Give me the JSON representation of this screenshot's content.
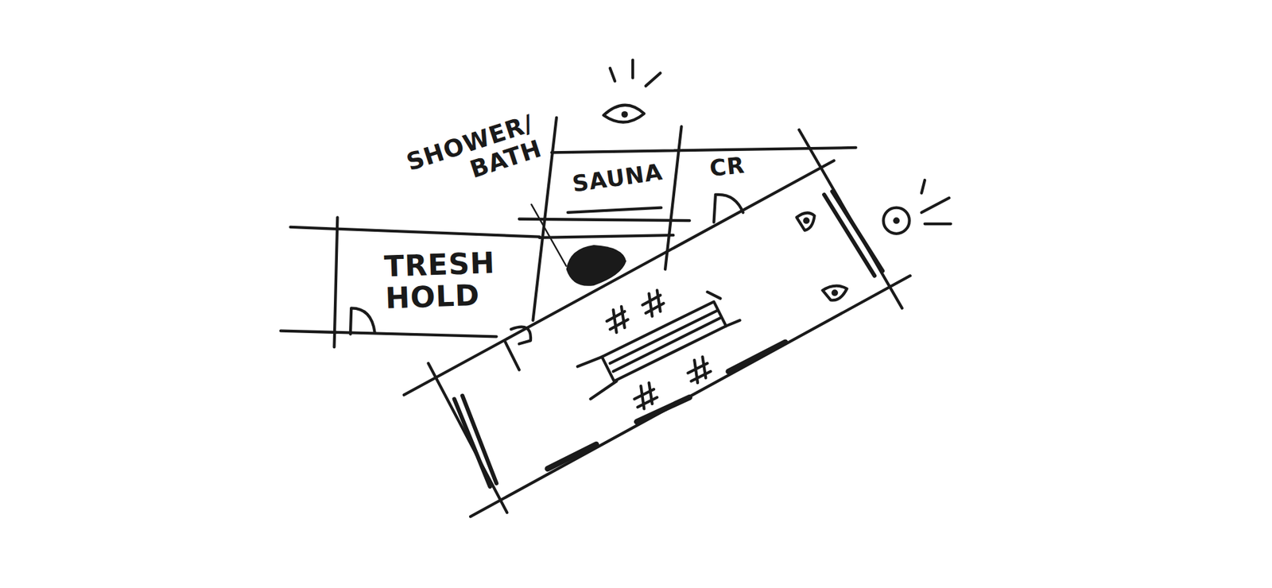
{
  "diagram": {
    "nodes": [
      {
        "text": [
          "SAUNA"
        ]
      },
      {
        "text": [
          "CR"
        ]
      },
      {
        "text": [
          "TRESH HOLD"
        ]
      }
    ],
    "labels": [
      "SHOWER/ BATH"
    ]
  }
}
